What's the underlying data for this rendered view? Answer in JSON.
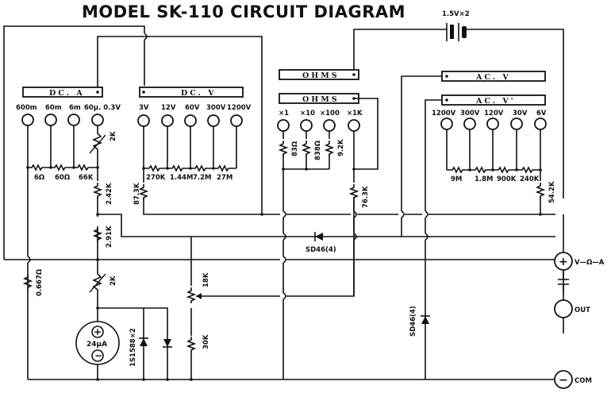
{
  "title": "MODEL SK-110 CIRCUIT DIAGRAM",
  "battery": {
    "label": "1.5V×2"
  },
  "switch_bars": {
    "dca": "DC. A",
    "dcv": "DC. V",
    "ohms_top": "OHMS",
    "ohms": "OHMS",
    "acv_top": "AC. V",
    "acv": "AC. V'"
  },
  "dca_ranges": [
    "600m",
    "60m",
    "6m",
    "60μ. 0.3V"
  ],
  "dcv_ranges": [
    "3V",
    "12V",
    "60V",
    "300V",
    "1200V"
  ],
  "ohms_ranges": [
    "×1",
    "×10",
    "×100",
    "×1K"
  ],
  "acv_ranges": [
    "1200V",
    "300V",
    "120V",
    "30V",
    "6V"
  ],
  "resistors": {
    "dca_shunts": [
      "6Ω",
      "60Ω",
      "66K"
    ],
    "dca_trim": "2K",
    "dcv_chain": [
      "270K",
      "1.44M",
      "7.2M",
      "27M"
    ],
    "dcv_series": "87.3K",
    "ohms_shunts": [
      "83Ω",
      "838Ω",
      "9.2K"
    ],
    "ohms_series": "76.3K",
    "acv_chain": [
      "9M",
      "1.8M",
      "900K",
      "240K"
    ],
    "acv_series": "54.2K",
    "r_242k": "2.42K",
    "r_291k": "2.91K",
    "r_0667": "0.667Ω",
    "r_2k_meter": "2K",
    "r_18k": "18K",
    "r_30k": "30K"
  },
  "meter": {
    "label": "24μA",
    "plus": "+",
    "minus": "−"
  },
  "diodes": {
    "protect": "1S1588×2",
    "rect_h": "SD46(4)",
    "rect_v": "SD46(4)"
  },
  "terminals": {
    "pos": "V—Ω—A",
    "out": "OUT",
    "com": "COM",
    "plus": "+",
    "minus": "−"
  }
}
